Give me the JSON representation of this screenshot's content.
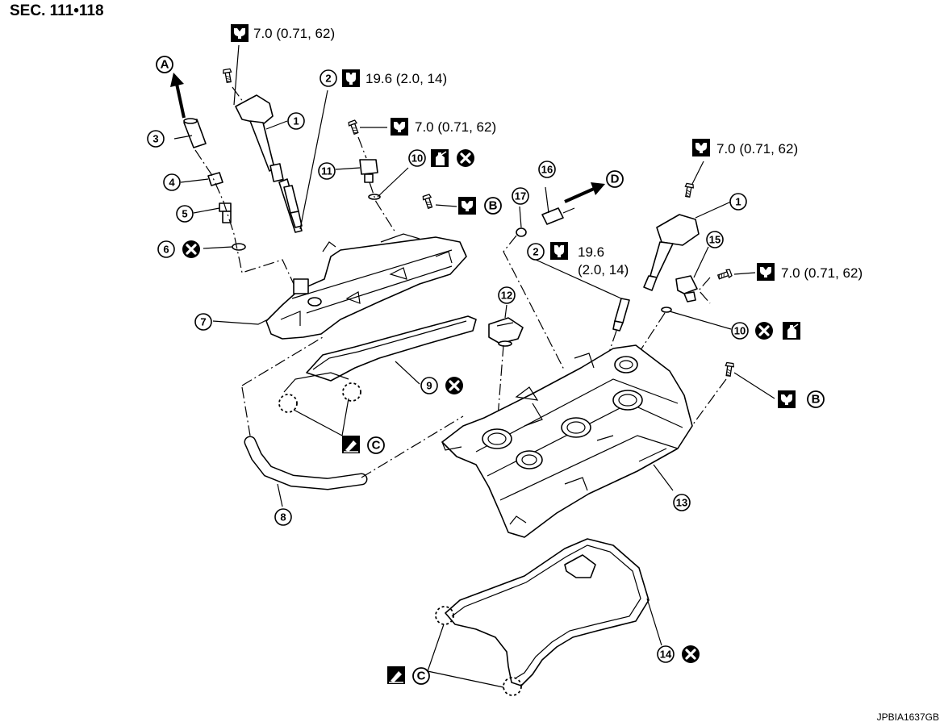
{
  "section_title": "SEC. 111•118",
  "reference_code": "JPBIA1637GB",
  "torque_labels": {
    "coil_bolt_left": "7.0 (0.71, 62)",
    "spark_plug_left": "19.6 (2.0, 14)",
    "sensor_bolt_left": "7.0 (0.71, 62)",
    "coil_bolt_right": "7.0 (0.71, 62)",
    "spark_plug_right_value": "19.6",
    "spark_plug_right_units": "(2.0, 14)",
    "sensor_bolt_right": "7.0 (0.71, 62)"
  },
  "callouts": {
    "n1": "1",
    "n2": "2",
    "n3": "3",
    "n4": "4",
    "n5": "5",
    "n6": "6",
    "n7": "7",
    "n8": "8",
    "n9": "9",
    "n10": "10",
    "n11": "11",
    "n12": "12",
    "n13": "13",
    "n14": "14",
    "n15": "15",
    "n16": "16",
    "n17": "17"
  },
  "letters": {
    "A": "A",
    "B": "B",
    "C": "C",
    "D": "D"
  },
  "icons": {
    "torque": "torque-wrench-icon",
    "spark_plug_torque": "spark-plug-torque-icon",
    "do_not_reuse": "do-not-reuse-icon",
    "engine_oil": "oil-can-icon",
    "sealant": "liquid-gasket-icon"
  }
}
